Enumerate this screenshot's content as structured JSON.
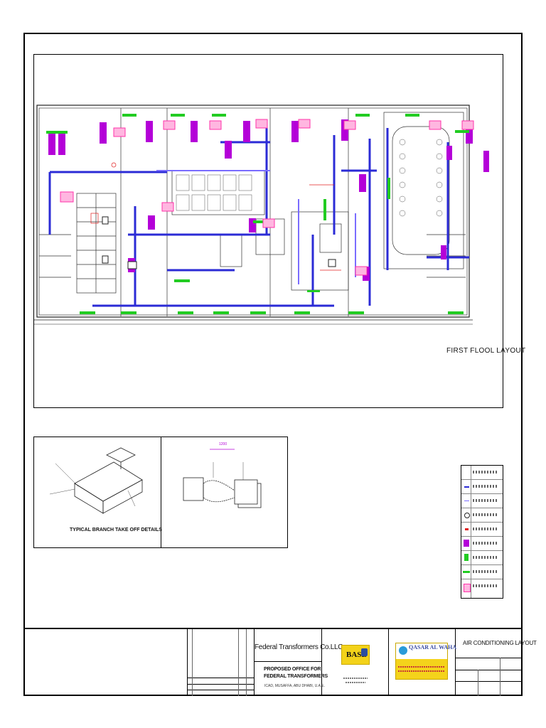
{
  "plan": {
    "title": "FIRST FLOOL LAYOUT"
  },
  "details": {
    "branch_caption": "TYPICAL BRANCH TAKE OFF DETAILS",
    "plenum_dimension": "1200"
  },
  "titleblock": {
    "client_name": "Federal Transformers Co.LLC",
    "project_name": "PROPOSED OFFICE FOR FEDERAL TRANSFORMERS",
    "project_location": "ICAD, MUSAFFA, ABU DHABI, U.A.E.",
    "main_contractor_logo": "BASE",
    "mep_contractor_logo": "QASAR AL WAHA",
    "drawing_title": "AIR CONDITIONING LAYOUT"
  },
  "colors": {
    "duct": "#2b2bd6",
    "diffuser": "#b400d8",
    "return_grille": "#22cc22",
    "unit": "#ff33aa",
    "wall": "#222222",
    "annotation_red": "#e02020",
    "logo_yellow": "#f3d21a"
  },
  "icons": [
    "duct-run",
    "supply-diffuser",
    "return-grille",
    "indoor-unit",
    "exhaust-fan",
    "flexible-duct",
    "plenum-box"
  ]
}
